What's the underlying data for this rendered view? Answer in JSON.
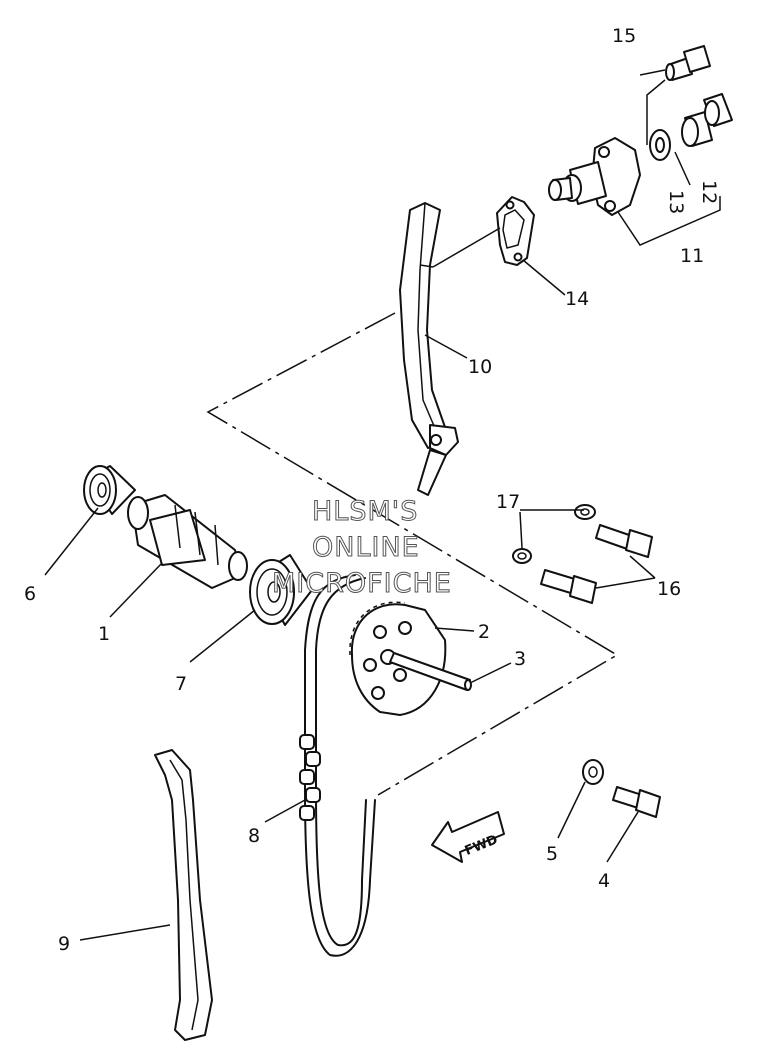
{
  "watermark": {
    "line1": "HLSM'S",
    "line2": "ONLINE",
    "line3": "MICROFICHE"
  },
  "direction_arrow": "FWD",
  "parts": [
    {
      "id": "1",
      "name": "camshaft"
    },
    {
      "id": "2",
      "name": "cam-sprocket"
    },
    {
      "id": "3",
      "name": "pin"
    },
    {
      "id": "4",
      "name": "bolt"
    },
    {
      "id": "5",
      "name": "washer"
    },
    {
      "id": "6",
      "name": "bearing"
    },
    {
      "id": "7",
      "name": "bearing"
    },
    {
      "id": "8",
      "name": "cam-chain"
    },
    {
      "id": "9",
      "name": "chain-guide-exhaust"
    },
    {
      "id": "10",
      "name": "chain-guide-intake"
    },
    {
      "id": "11",
      "name": "tensioner-assembly"
    },
    {
      "id": "12",
      "name": "tensioner-cap-bolt"
    },
    {
      "id": "13",
      "name": "gasket"
    },
    {
      "id": "14",
      "name": "tensioner-gasket"
    },
    {
      "id": "15",
      "name": "bolt"
    },
    {
      "id": "16",
      "name": "bolt"
    },
    {
      "id": "17",
      "name": "washer"
    }
  ]
}
